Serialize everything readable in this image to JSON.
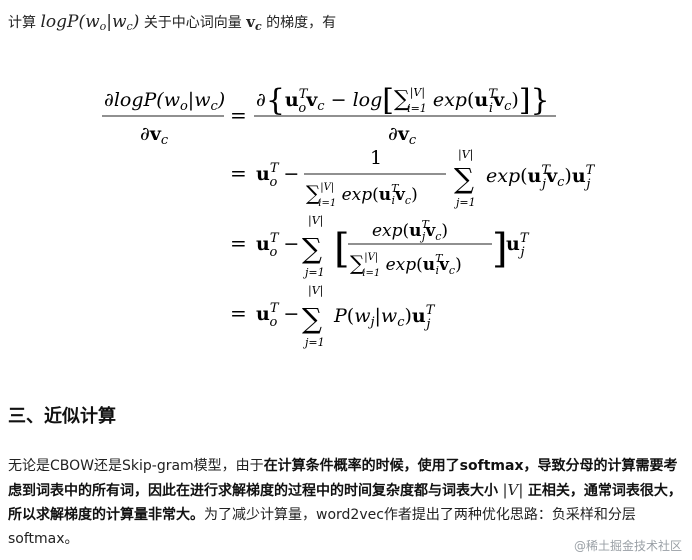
{
  "intro": {
    "prefix": "计算",
    "math": "logP(w",
    "middle": "关于中心词向量",
    "vector": "v",
    "vector_sub": "c",
    "suffix": "的梯度，有"
  },
  "equation": {
    "lhs_num": "∂logP(w",
    "lhs_den": "∂",
    "rhs_den": "∂",
    "log": "log",
    "exp": "exp",
    "one": "1",
    "j_eq_1": "j=1",
    "i_eq_1": "i=1",
    "V": "|V|"
  },
  "section": {
    "title": "三、近似计算"
  },
  "paragraph": {
    "p1": "无论是CBOW还是Skip-gram模型，由于",
    "b1": "在计算条件概率的时候，使用了softmax，导致分母的计算需要考虑到词表中的所有词，因此在进行求解梯度的过程中的时间复杂度都与词表大小",
    "vmath": "|V|",
    "b2": "正相关，通常词表很大，所以求解梯度的计算量非常大。",
    "p2": "为了减少计算量，word2vec作者提出了两种优化思路：负采样和分层softmax。"
  },
  "watermark": "@稀土掘金技术社区"
}
